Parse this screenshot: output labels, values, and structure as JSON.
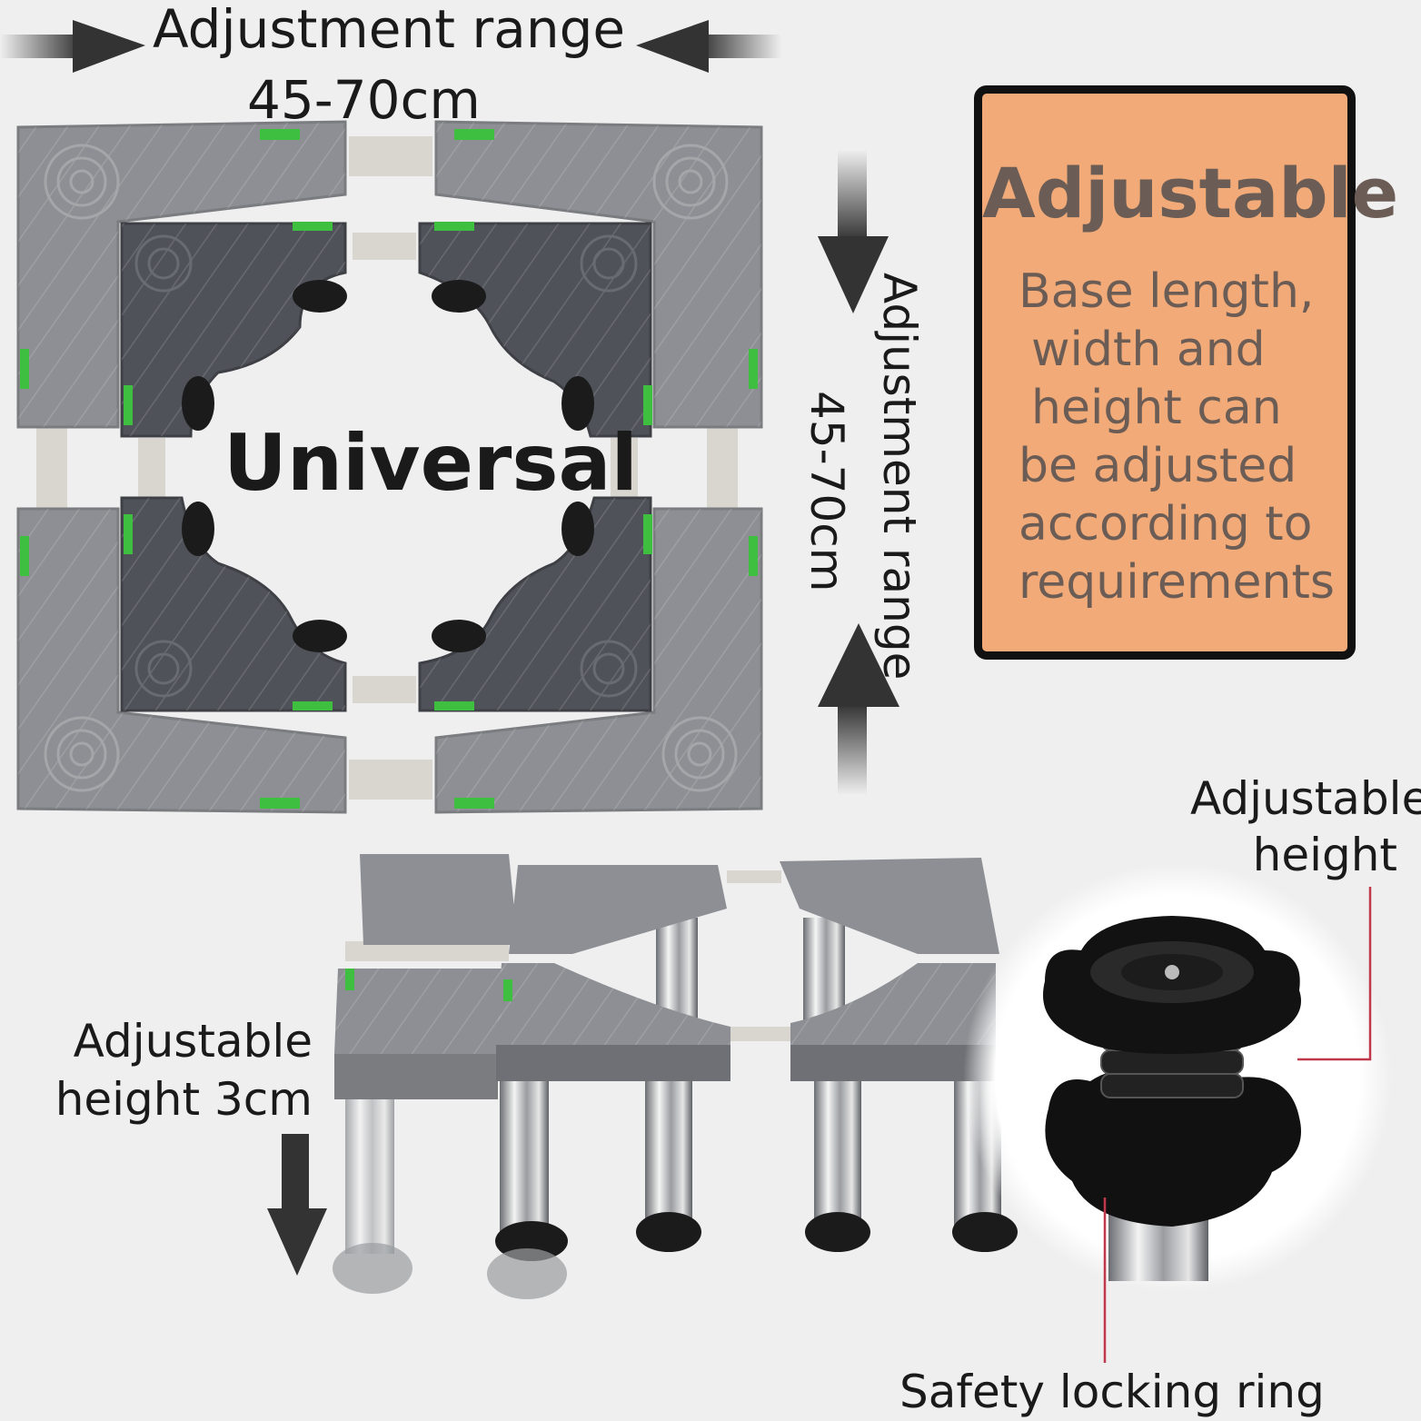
{
  "top_range": {
    "line1": "Adjustment range",
    "line2": "45-70cm"
  },
  "side_range": {
    "line1": "Adjustment range",
    "line2": "45-70cm"
  },
  "center_label": "Universal",
  "info_card": {
    "title": "Adjustable",
    "lines": [
      "Base length,",
      "width and",
      "height can",
      "be adjusted",
      "according to",
      "requirements"
    ]
  },
  "callouts": {
    "adjustable_height": [
      "Adjustable",
      "height"
    ],
    "adjustable_height_3cm": [
      "Adjustable",
      "height 3cm"
    ],
    "safety_ring": "Safety locking ring"
  },
  "colors": {
    "background": "#efefef",
    "card_fill": "#f2ab78",
    "card_text": "#6b5d55",
    "light_plate": "#8d8f94",
    "dark_plate": "#4f5259",
    "level_green": "#3fbf3f",
    "callout_line": "#c0394a"
  }
}
